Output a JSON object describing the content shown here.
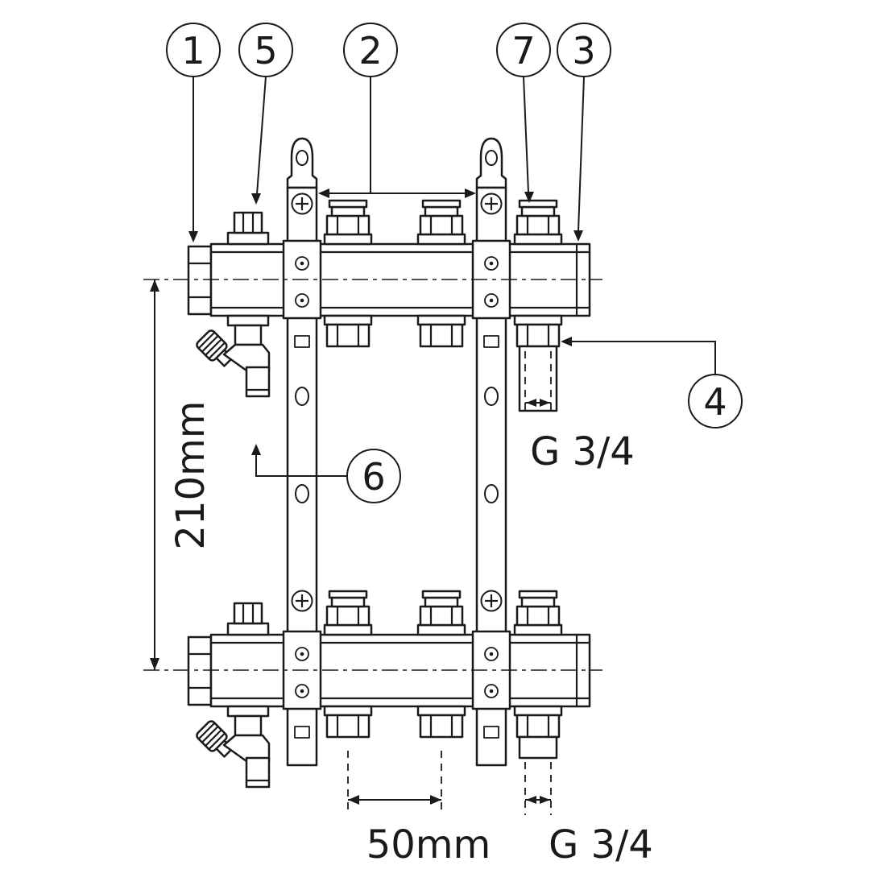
{
  "diagram": {
    "kind": "heating-manifold-technical-drawing",
    "style": {
      "line_color": "#1a1a1a",
      "background": "#ffffff"
    }
  },
  "callouts": {
    "c1": {
      "label": "1"
    },
    "c5": {
      "label": "5"
    },
    "c2": {
      "label": "2"
    },
    "c7": {
      "label": "7"
    },
    "c3": {
      "label": "3"
    },
    "c4": {
      "label": "4"
    },
    "c6": {
      "label": "6"
    }
  },
  "dimensions": {
    "overall_height": "210mm",
    "outlet_spacing": "50mm",
    "outlet_thread": "G 3/4",
    "bottom_thread": "G 3/4"
  }
}
